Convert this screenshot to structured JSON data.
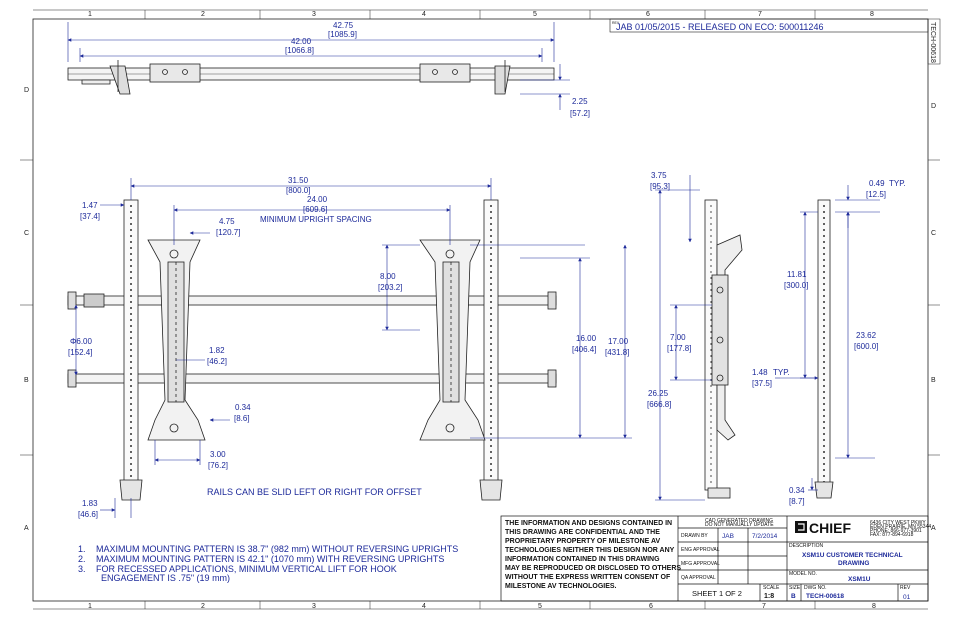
{
  "revision": {
    "label": "REV",
    "text": "JAB 01/05/2015 - RELEASED ON ECO: 500011246"
  },
  "border": {
    "columns": [
      "1",
      "2",
      "3",
      "4",
      "5",
      "6",
      "7",
      "8"
    ],
    "rows": [
      "D",
      "C",
      "B",
      "A"
    ],
    "side_doc": "TECH-00618"
  },
  "top_view": {
    "overall": "42.75",
    "overall_mm": "[1085.9]",
    "inner": "42.00",
    "inner_mm": "[1066.8]",
    "depth": "2.25",
    "depth_mm": "[57.2]"
  },
  "front_view": {
    "width": "31.50",
    "width_mm": "[800.0]",
    "upright_spacing": "24.00",
    "upright_spacing_mm": "[609.6]",
    "edge": "1.47",
    "edge_mm": "[37.4]",
    "hook": "4.75",
    "hook_mm": "[120.7]",
    "min_spacing_label": "MINIMUM UPRIGHT SPACING",
    "rail_center": "8.00",
    "rail_center_mm": "[203.2]",
    "dia": "Φ6.00",
    "dia_mm": "[152.4]",
    "center_gap": "1.82",
    "center_gap_mm": "[46.2]",
    "slot": "0.34",
    "slot_mm": "[8.6]",
    "foot": "3.00",
    "foot_mm": "[76.2]",
    "bottom_edge": "1.83",
    "bottom_edge_mm": "[46.6]",
    "h16": "16.00",
    "h16_mm": "[406.4]",
    "h17": "17.00",
    "h17_mm": "[431.8]",
    "rails_note": "RAILS CAN BE SLID LEFT OR RIGHT FOR OFFSET"
  },
  "side_view": {
    "depth": "3.75",
    "depth_mm": "[95.3]",
    "height": "26.25",
    "height_mm": "[666.8]",
    "adj": "7.00",
    "adj_mm": "[177.8]"
  },
  "rear_view": {
    "top_typ": "0.49",
    "top_typ_label": "TYP.",
    "top_typ_mm": "[12.5]",
    "h11": "11.81",
    "h11_mm": "[300.0]",
    "h23": "23.62",
    "h23_mm": "[600.0]",
    "typ148": "1.48",
    "typ148_label": "TYP.",
    "typ148_mm": "[37.5]",
    "bot": "0.34",
    "bot_mm": "[8.7]"
  },
  "notes": [
    {
      "n": "1.",
      "text": "MAXIMUM MOUNTING PATTERN IS 38.7\" (982 mm) WITHOUT REVERSING UPRIGHTS"
    },
    {
      "n": "2.",
      "text": "MAXIMUM MOUNTING PATTERN IS 42.1\" (1070 mm) WITH REVERSING UPRIGHTS"
    },
    {
      "n": "3.",
      "text": "FOR RECESSED APPLICATIONS, MINIMUM VERTICAL LIFT FOR HOOK"
    },
    {
      "n": "",
      "text": "ENGAGEMENT IS .75\" (19 mm)"
    }
  ],
  "confidential": [
    "THE INFORMATION AND DESIGNS CONTAINED IN",
    "THIS DRAWING ARE CONFIDENTIAL AND THE",
    "PROPRIETARY PROPERTY OF MILESTONE AV",
    "TECHNOLOGIES NEITHER THIS DESIGN NOR ANY",
    "INFORMATION CONTAINED IN THIS DRAWING",
    "MAY BE REPRODUCED OR DISCLOSED TO OTHERS",
    "WITHOUT THE EXPRESS WRITTEN CONSENT OF",
    "MILESTONE AV TECHNOLOGIES."
  ],
  "title_block": {
    "cad_line1": "CAD GENERATED DRAWING",
    "cad_line2": "DO NOT MANUALLY UPDATE",
    "drawn_by_label": "DRAWN BY",
    "drawn_by": "JAB",
    "date": "7/2/2014",
    "eng_label": "ENG APPROVAL",
    "mfg_label": "MFG APPROVAL",
    "qa_label": "QA APPROVAL",
    "sheet": "SHEET 1 OF 2",
    "logo": "CHIEF",
    "address": [
      "6436 CITY WEST PKWY",
      "EDEN PRAIRIE, MN 55344",
      "PHONE: 866-977-3901",
      "FAX: 877-894-6918"
    ],
    "desc_label": "DESCRIPTION",
    "desc_line1": "XSM1U CUSTOMER TECHNICAL",
    "desc_line2": "DRAWING",
    "model_label": "MODEL NO.",
    "model": "XSM1U",
    "scale_label": "SCALE",
    "scale": "1:8",
    "size_label": "SIZE",
    "size": "B",
    "dwg_label": "DWG NO.",
    "dwg": "TECH-00618",
    "rev_label": "REV",
    "rev": "01"
  }
}
